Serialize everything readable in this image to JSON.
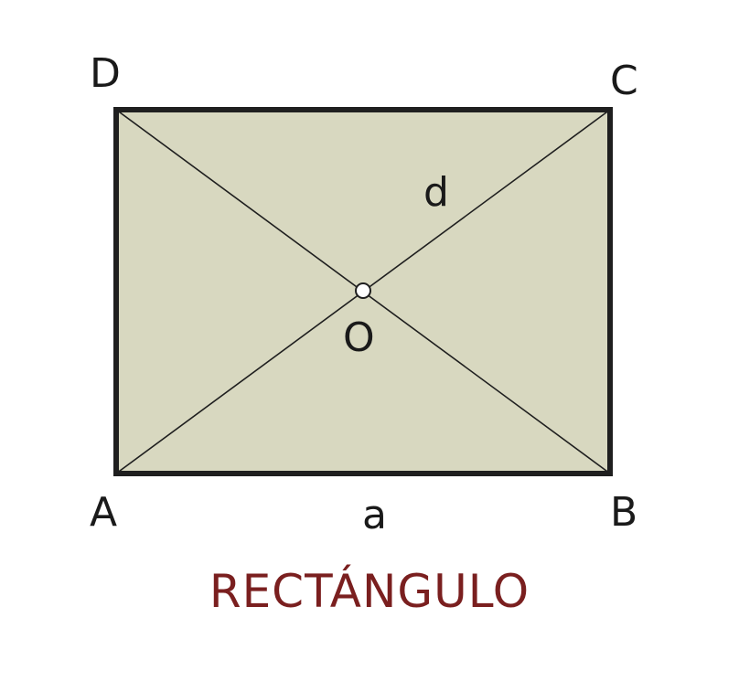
{
  "figure": {
    "vertices": {
      "A": "A",
      "B": "B",
      "C": "C",
      "D": "D"
    },
    "center_label": "O",
    "diagonal_label": "d",
    "side_label": "a",
    "caption": "RECTÁNGULO"
  },
  "colors": {
    "fill": "#d8d8c0",
    "stroke": "#1f1f1f",
    "caption": "#7a1f1f",
    "center_point": "#ffffff"
  }
}
